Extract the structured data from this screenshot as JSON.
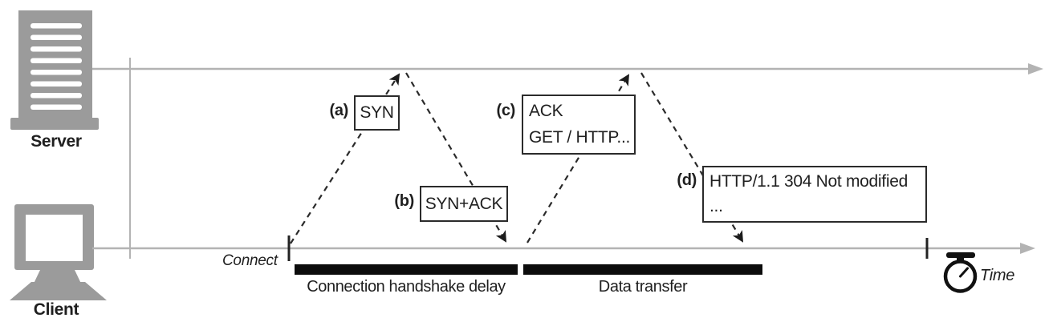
{
  "actors": {
    "server": {
      "label": "Server",
      "icon": "server-tower-icon"
    },
    "client": {
      "label": "Client",
      "icon": "desktop-computer-icon"
    }
  },
  "messages": [
    {
      "tag": "(a)",
      "lines": [
        "SYN"
      ]
    },
    {
      "tag": "(b)",
      "lines": [
        "SYN+ACK"
      ]
    },
    {
      "tag": "(c)",
      "lines": [
        "ACK",
        "GET / HTTP..."
      ]
    },
    {
      "tag": "(d)",
      "lines": [
        "HTTP/1.1 304 Not modified",
        "..."
      ]
    }
  ],
  "timeline": {
    "connect_label": "Connect",
    "time_label": "Time",
    "time_icon": "stopwatch-icon",
    "phases": [
      {
        "label": "Connection handshake delay"
      },
      {
        "label": "Data transfer"
      }
    ]
  },
  "colors": {
    "icon_gray": "#9b9b9b",
    "timeline_gray": "#b3b3b3",
    "ink": "#1f1f1f",
    "bar_black": "#0c0c0c"
  }
}
